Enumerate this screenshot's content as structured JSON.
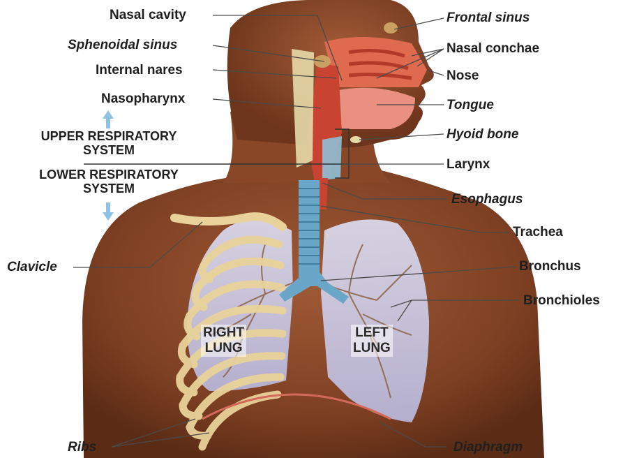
{
  "labels": {
    "nasal_cavity": "Nasal cavity",
    "sphenoidal_sinus": "Sphenoidal sinus",
    "internal_nares": "Internal nares",
    "nasopharynx": "Nasopharynx",
    "frontal_sinus": "Frontal sinus",
    "nasal_conchae": "Nasal conchae",
    "nose": "Nose",
    "tongue": "Tongue",
    "hyoid_bone": "Hyoid bone",
    "larynx": "Larynx",
    "esophagus": "Esophagus",
    "trachea": "Trachea",
    "bronchus": "Bronchus",
    "bronchioles": "Bronchioles",
    "clavicle": "Clavicle",
    "ribs": "Ribs",
    "diaphragm": "Diaphragm"
  },
  "systems": {
    "upper_line1": "UPPER RESPIRATORY",
    "upper_line2": "SYSTEM",
    "lower_line1": "LOWER RESPIRATORY",
    "lower_line2": "SYSTEM"
  },
  "lungs": {
    "right_line1": "RIGHT",
    "right_line2": "LUNG",
    "left_line1": "LEFT",
    "left_line2": "LUNG"
  },
  "colors": {
    "skin": "#8a4a2c",
    "skin_dark": "#5e2e18",
    "lung": "#c9c9e6",
    "trachea": "#6aa6c8",
    "airway": "#d9503a",
    "bone": "#e9d29a",
    "arrow": "#8ec2e2",
    "leader": "#555555"
  }
}
